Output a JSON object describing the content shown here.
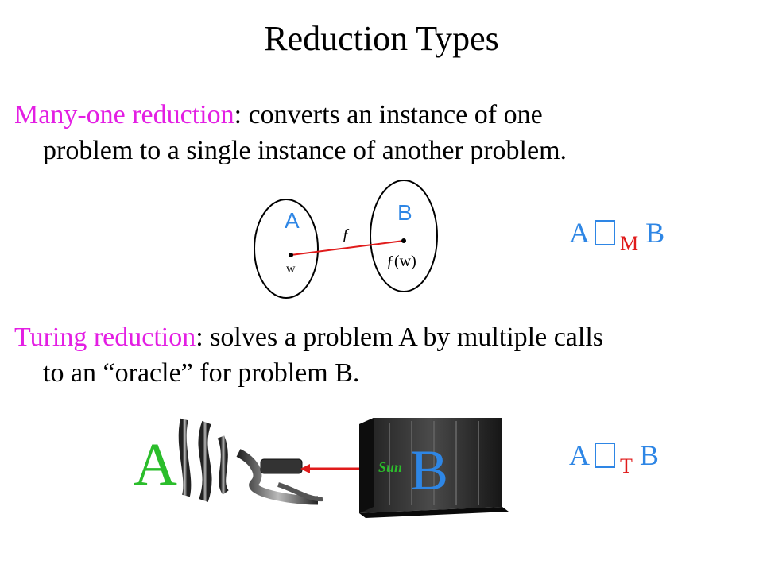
{
  "slide": {
    "title": "Reduction Types",
    "many_one": {
      "term": "Many-one reduction",
      "rest_line1": ": converts an instance of one",
      "line2": "problem to a single instance of another problem."
    },
    "diagram": {
      "set_a": "A",
      "set_b": "B",
      "function": "ƒ",
      "point_w": "w",
      "point_fw": "ƒ(w)"
    },
    "notation_m": {
      "left": "A",
      "sub": "M",
      "right": "B"
    },
    "turing": {
      "term": "Turing reduction",
      "rest_line1": ": solves a problem A by multiple calls",
      "line2": "to an “oracle” for problem B."
    },
    "notation_t": {
      "left": "A",
      "sub": "T",
      "right": "B"
    },
    "illustration": {
      "letter_a": "A",
      "letter_b": "B",
      "container_brand": "Sun"
    },
    "colors": {
      "term_magenta": "#e31ee3",
      "accent_blue": "#2e86e5",
      "arrow_red": "#e01b1b",
      "letter_a_green": "#2bbd2b"
    }
  }
}
